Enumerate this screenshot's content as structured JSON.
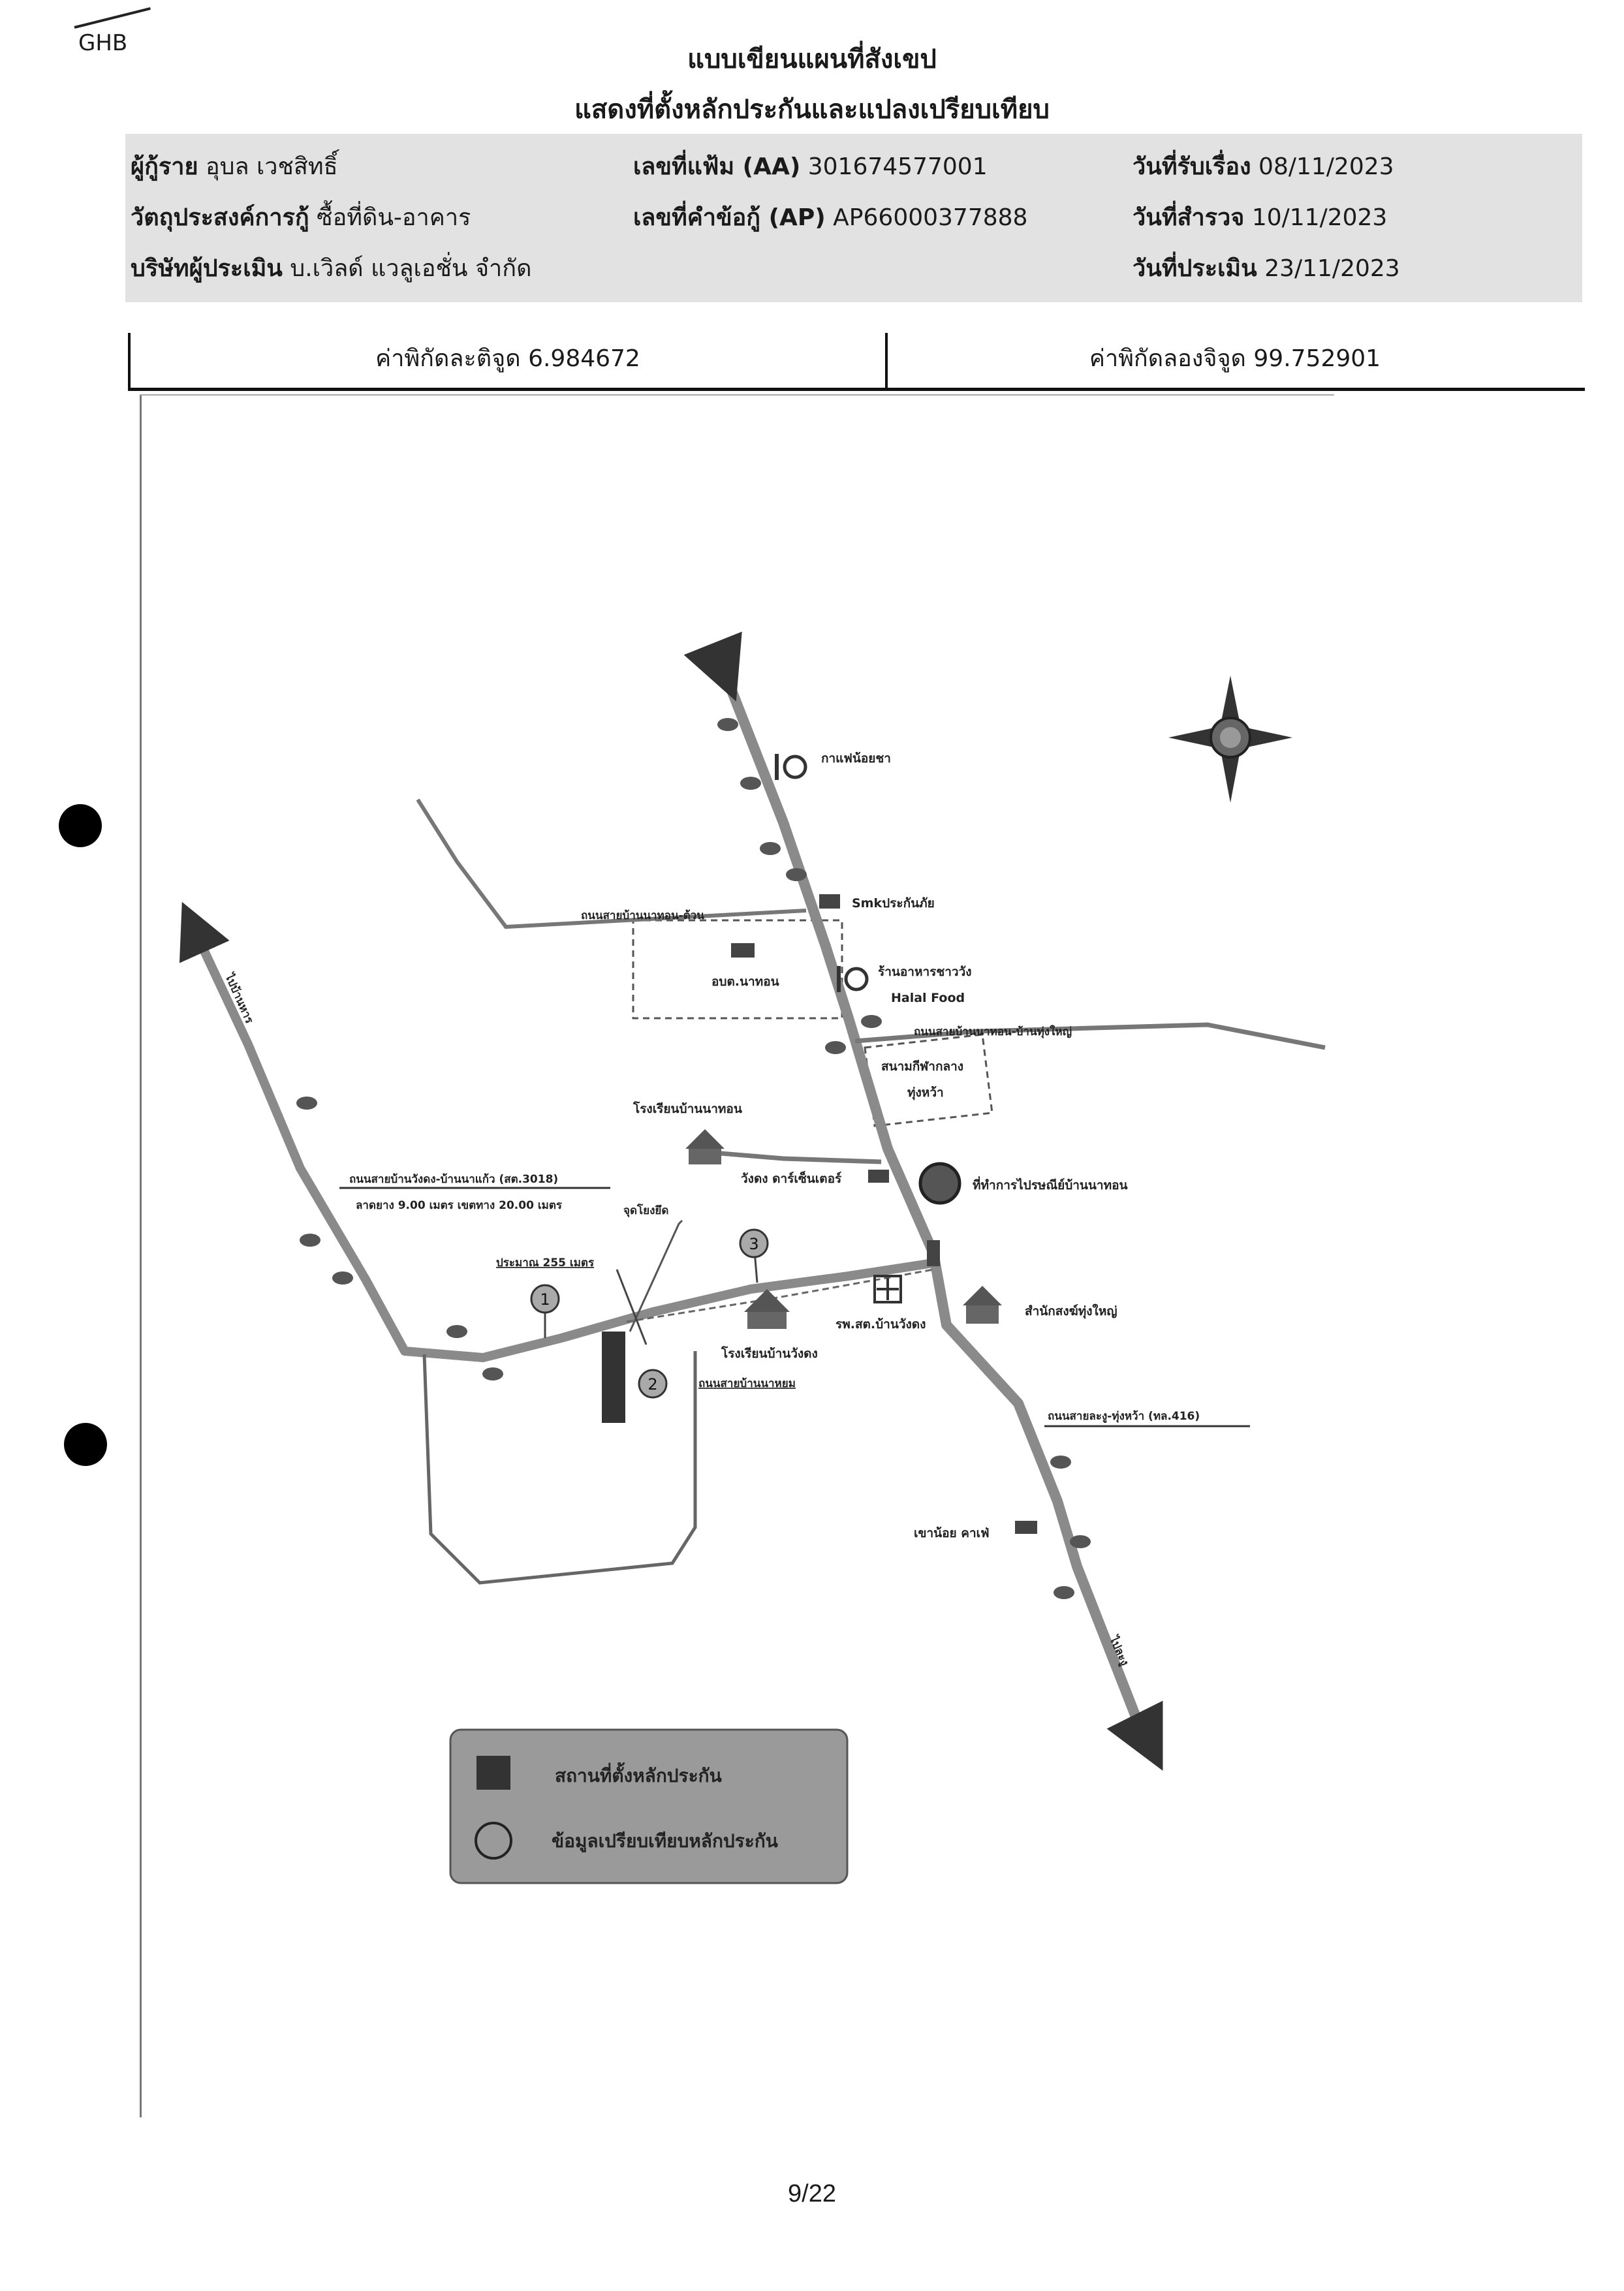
{
  "header": {
    "logo_text": "GHB",
    "title_line1": "แบบเขียนแผนที่สังเขป",
    "title_line2": "แสดงที่ตั้งหลักประกันและแปลงเปรียบเทียบ"
  },
  "info": {
    "borrower_label": "ผู้กู้ราย",
    "borrower_value": "อุบล เวชสิทธิ์",
    "purpose_label": "วัตถุประสงค์การกู้",
    "purpose_value": "ซื้อที่ดิน-อาคาร",
    "appraiser_label": "บริษัทผู้ประเมิน",
    "appraiser_value": "บ.เวิลด์ แวลูเอชั่น จำกัด",
    "file_no_label": "เลขที่แฟ้ม (AA)",
    "file_no_value": "301674577001",
    "request_no_label": "เลขที่คำข้อกู้ (AP)",
    "request_no_value": "AP66000377888",
    "received_label": "วันที่รับเรื่อง",
    "received_value": "08/11/2023",
    "survey_label": "วันที่สำรวจ",
    "survey_value": "10/11/2023",
    "appraisal_label": "วันที่ประเมิน",
    "appraisal_value": "23/11/2023"
  },
  "coords": {
    "lat_label": "ค่าพิกัดละติจูด",
    "lat_value": "6.984672",
    "lon_label": "ค่าพิกัดลองจิจูด",
    "lon_value": "99.752901"
  },
  "map": {
    "labels": {
      "cafe": "กาแฟน้อยชา",
      "insurance": "Smkประกันภัย",
      "road_north": "ถนนสายบ้านนาทอน-ต้วน",
      "obt": "อบต.นาทอน",
      "restaurant": "ร้านอาหารชาววัง",
      "halal": "Halal Food",
      "road_east": "ถนนสายบ้านนาทอน-บ้านทุ่งใหญ่",
      "stadium": "สนามกีฬากลาง",
      "stadium2": "ทุ่งหว้า",
      "school_nathon": "โรงเรียนบ้านนาทอน",
      "shop_wangdong": "วังดง ดาร์เซ็นเตอร์",
      "post": "ที่ทำการไปรษณีย์บ้านนาทอน",
      "road_main_west_1": "ถนนสายบ้านวังดง-บ้านนาแก้ว (สต.3018)",
      "road_main_west_2": "ลาดยาง 9.00 เมตร เขตทาง 20.00 เมตร",
      "reference_point": "จุดโยงยึด",
      "distance": "ประมาณ 255 เมตร",
      "hospital": "รพ.สต.บ้านวังดง",
      "temple": "สำนักสงฆ์ทุ่งใหญ่",
      "school_wangdong": "โรงเรียนบ้านวังดง",
      "road_south_spur": "ถนนสายบ้านนาหยม",
      "road_416": "ถนนสายละงู-ทุ่งหว้า (ทล.416)",
      "shop_south": "เขาน้อย คาเฟ่",
      "to_nw": "ไปบ้านหาร",
      "to_se": "ไปละงู",
      "markers": [
        "1",
        "2",
        "3"
      ]
    },
    "legend": {
      "collateral": "สถานที่ตั้งหลักประกัน",
      "comparison": "ข้อมูลเปรียบเทียบหลักประกัน"
    }
  },
  "footer": {
    "page": "9/22"
  },
  "colors": {
    "road": "#8a8a8a",
    "road_minor": "#777777",
    "legend_bg": "#9a9a9a",
    "collateral": "#333333",
    "info_bg": "#e2e2e2"
  }
}
